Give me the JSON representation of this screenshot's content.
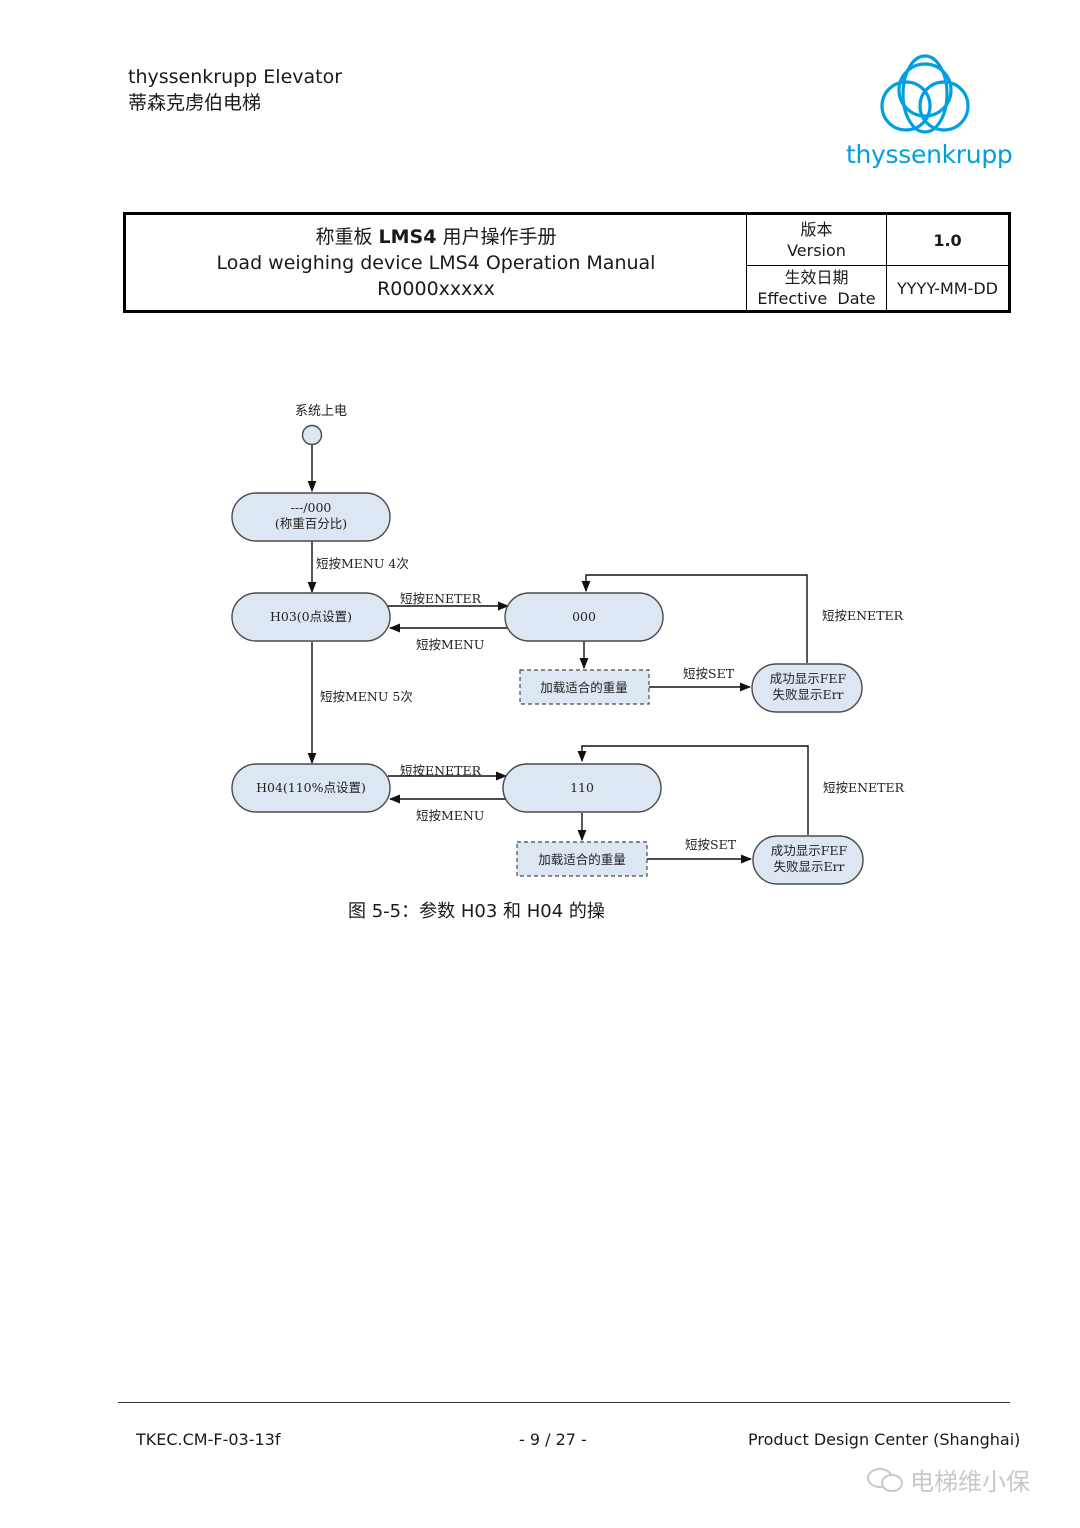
{
  "header": {
    "company_en": "thyssenkrupp Elevator",
    "company_cn": "蒂森克虏伯电梯",
    "logo_text": "thyssenkrupp",
    "logo_color": "#00a0e0"
  },
  "doc_table": {
    "title_cn_prefix": "称重板 ",
    "title_cn_bold": "LMS4",
    "title_cn_suffix": " 用户操作手册",
    "title_en": "Load weighing device LMS4 Operation Manual",
    "doc_no": "R0000xxxxx",
    "version_cn": "版本",
    "version_en": "Version",
    "version_value": "1.0",
    "date_cn": "生效日期",
    "date_en": "Effective  Date",
    "date_value": "YYYY-MM-DD"
  },
  "diagram": {
    "start_label": "系统上电",
    "state_initial_line1": "---/000",
    "state_initial_line2": "(称重百分比)",
    "edge_menu4": "短按MENU 4次",
    "state_h03": "H03(0点设置)",
    "edge_enter_1": "短按ENETER",
    "edge_menu_1": "短按MENU",
    "state_000": "000",
    "action_load_1": "加载适合的重量",
    "edge_set_1": "短按SET",
    "result_1_line1": "成功显示FEF",
    "result_1_line2": "失败显示Err",
    "edge_enter_back_1": "短按ENETER",
    "edge_menu5": "短按MENU 5次",
    "state_h04": "H04(110%点设置)",
    "edge_enter_2": "短按ENETER",
    "edge_menu_2": "短按MENU",
    "state_110": "110",
    "action_load_2": "加载适合的重量",
    "edge_set_2": "短按SET",
    "result_2_line1": "成功显示FEF",
    "result_2_line2": "失败显示Err",
    "edge_enter_back_2": "短按ENETER",
    "node_fill": "#dde6f3",
    "node_stroke": "#4a4a4a"
  },
  "caption": "图 5-5：参数 H03 和 H04 的操",
  "footer": {
    "left": "TKEC.CM-F-03-13f",
    "center": "- 9 / 27 -",
    "right": "Product Design Center (Shanghai)"
  },
  "watermark": "电梯维小保"
}
